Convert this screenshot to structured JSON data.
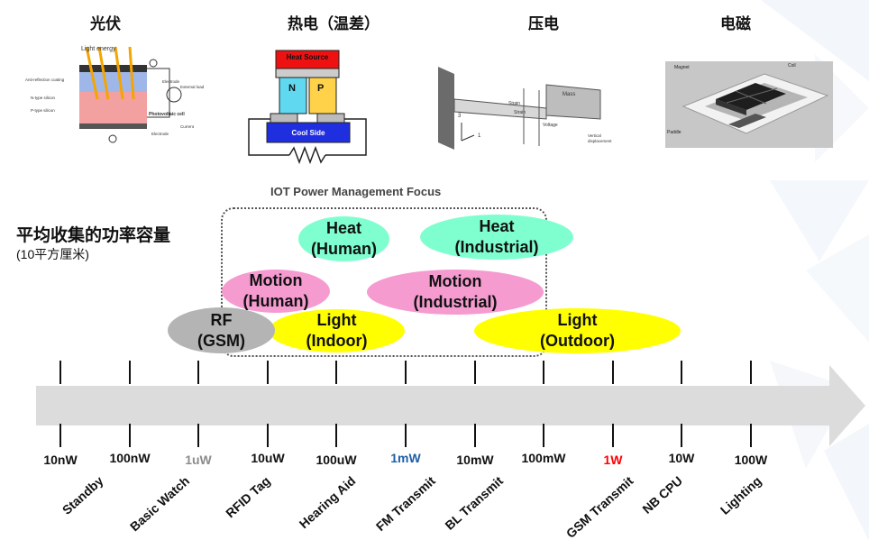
{
  "headers": [
    "光伏",
    "热电（温差）",
    "压电",
    "电磁"
  ],
  "pv_figure": {
    "top_label": "Light energy",
    "labels": [
      "Anti-reflection coating",
      "N-type silicon",
      "P-type silicon",
      "Electrode",
      "External load",
      "Photovoltaic cell",
      "Current",
      "Electrode"
    ]
  },
  "thermo_figure": {
    "heat": "Heat Source",
    "cool": "Cool Side",
    "n": "N",
    "p": "P"
  },
  "piezo_figure": {
    "mass": "Mass",
    "strain1": "Strain",
    "strain2": "Strain",
    "voltage": "Voltage",
    "vertical": "Vertical displacement",
    "axis3": "3",
    "axis1": "1"
  },
  "em_figure": {
    "magnet": "Magnet",
    "coil": "Coil",
    "paddle": "Paddle"
  },
  "focus_label": "IOT Power Management Focus",
  "side_title": "平均收集的功率容量",
  "side_subtitle": "(10平方厘米)",
  "sources": [
    {
      "label": "Heat\n(Human)",
      "color": "#7fffcf"
    },
    {
      "label": "Heat\n(Industrial)",
      "color": "#7fffcf"
    },
    {
      "label": "Motion\n(Human)",
      "color": "#f59bd0"
    },
    {
      "label": "Motion\n(Industrial)",
      "color": "#f59bd0"
    },
    {
      "label": "RF\n(GSM)",
      "color": "#b4b4b4"
    },
    {
      "label": "Light\n(Indoor)",
      "color": "#ffff00"
    },
    {
      "label": "Light\n(Outdoor)",
      "color": "#ffff00"
    }
  ],
  "power_levels": [
    {
      "label": "10nW",
      "color": "#111111"
    },
    {
      "label": "100nW",
      "color": "#111111"
    },
    {
      "label": "1uW",
      "color": "#8c8c8c"
    },
    {
      "label": "10uW",
      "color": "#111111"
    },
    {
      "label": "100uW",
      "color": "#111111"
    },
    {
      "label": "1mW",
      "color": "#1f5fa8"
    },
    {
      "label": "10mW",
      "color": "#111111"
    },
    {
      "label": "100mW",
      "color": "#111111"
    },
    {
      "label": "1W",
      "color": "#ff0000"
    },
    {
      "label": "10W",
      "color": "#111111"
    },
    {
      "label": "100W",
      "color": "#111111"
    }
  ],
  "applications": [
    "Standby",
    "Basic Watch",
    "RFID Tag",
    "Hearing Aid",
    "FM Transmit",
    "BL Transmit",
    "GSM Transmit",
    "NB CPU",
    "Lighting"
  ],
  "colors": {
    "arrow": "#dcdcdc",
    "focus_border": "#555555"
  }
}
